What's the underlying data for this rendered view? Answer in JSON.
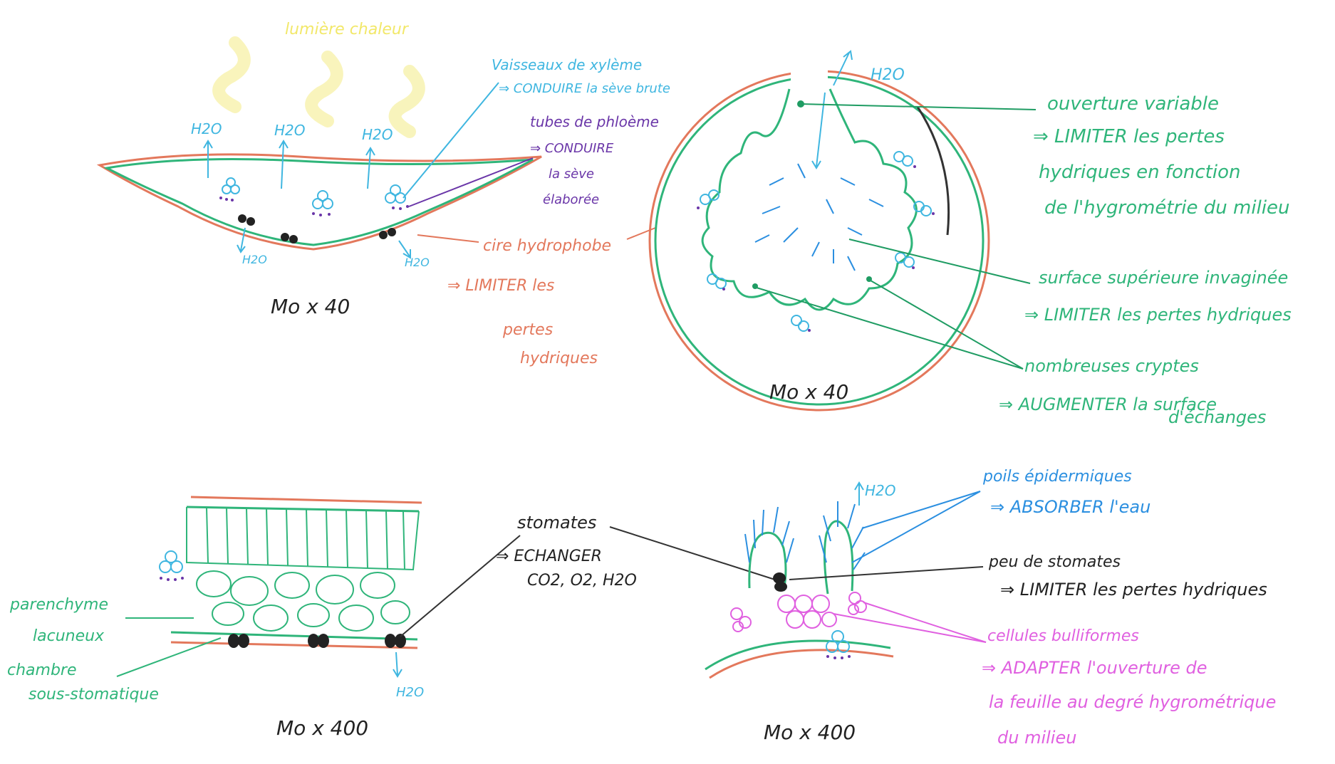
{
  "colors": {
    "teal": "#3fb6e0",
    "green": "#2fb57a",
    "darkgreen": "#1f9c63",
    "orange": "#e3785c",
    "purple": "#6a36a8",
    "black": "#222222",
    "yellow": "#f2e86a",
    "magenta": "#e060e0",
    "blue": "#2b8fe0"
  },
  "figure1": {
    "light_heat": "lumière chaleur",
    "h2o_1": "H2O",
    "h2o_2": "H2O",
    "h2o_3": "H2O",
    "h2o_4": "H2O",
    "h2o_5": "H2O",
    "magnification": "Mo x 40"
  },
  "xylem": {
    "line1": "Vaisseaux de xylème",
    "line2": "⇒ CONDUIRE la sève brute"
  },
  "phloem": {
    "line1": "tubes de phloème",
    "line2": "⇒ CONDUIRE",
    "line3": "la sève",
    "line4": "élaborée"
  },
  "wax": {
    "line1": "cire hydrophobe",
    "line2": "⇒ LIMITER les",
    "line3": "pertes",
    "line4": "hydriques"
  },
  "figure2": {
    "h2o": "H2O",
    "magnification": "Mo x 40"
  },
  "opening": {
    "line1": "ouverture variable",
    "line2": "⇒ LIMITER les pertes",
    "line3": "hydriques en fonction",
    "line4": "de l'hygrométrie du milieu"
  },
  "surface": {
    "line1": "surface supérieure invaginée",
    "line2": "⇒ LIMITER les pertes hydriques"
  },
  "crypts": {
    "line1": "nombreuses cryptes",
    "line2": "⇒ AUGMENTER la surface",
    "line3": "d'échanges"
  },
  "figure3": {
    "parenchyma_1": "parenchyme",
    "parenchyma_2": "lacuneux",
    "chamber_1": "chambre",
    "chamber_2": "sous-stomatique",
    "h2o": "H2O",
    "magnification": "Mo x 400"
  },
  "stomata": {
    "line1": "stomates",
    "line2": "⇒ ECHANGER",
    "line3": "CO2, O2, H2O"
  },
  "figure4": {
    "h2o": "H2O",
    "magnification": "Mo x 400"
  },
  "hairs": {
    "line1": "poils épidermiques",
    "line2": "⇒ ABSORBER l'eau"
  },
  "few_stomata": {
    "line1": "peu de stomates",
    "line2": "⇒ LIMITER les pertes hydriques"
  },
  "bulliform": {
    "line1": "cellules bulliformes",
    "line2": "⇒ ADAPTER l'ouverture de",
    "line3": "la feuille au degré hygrométrique",
    "line4": "du milieu"
  }
}
